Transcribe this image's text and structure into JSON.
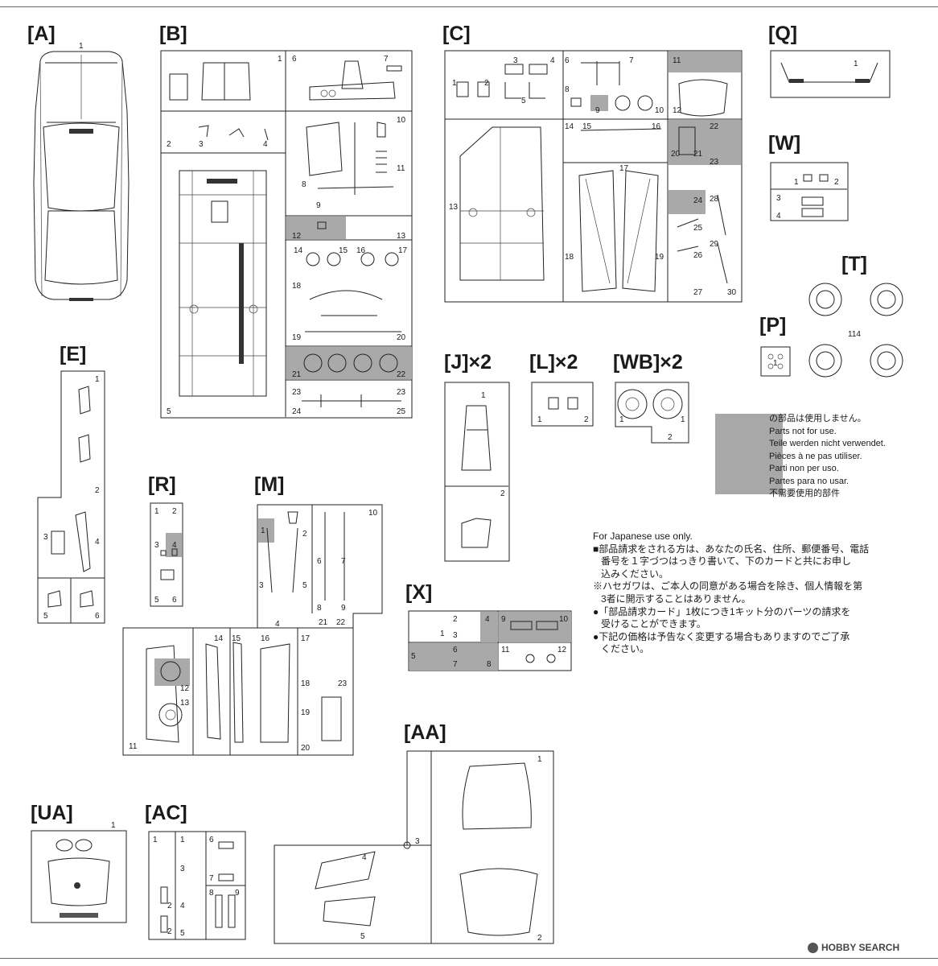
{
  "labels": {
    "A": "[A]",
    "B": "[B]",
    "C": "[C]",
    "Q": "[Q]",
    "W": "[W]",
    "T": "[T]",
    "P": "[P]",
    "E": "[E]",
    "J": "[J]×2",
    "L": "[L]×2",
    "WB": "[WB]×2",
    "R": "[R]",
    "M": "[M]",
    "X": "[X]",
    "AA": "[AA]",
    "UA": "[UA]",
    "AC": "[AC]"
  },
  "legend": {
    "lines": [
      "の部品は使用しません。",
      "Parts not for use.",
      "Teile werden nicht verwendet.",
      "Pièces à ne pas utiliser.",
      "Parti non per uso.",
      "Partes para no usar.",
      "不需要使用的部件"
    ],
    "grey_color": "#a8a8a8"
  },
  "japanese_note": {
    "lines": [
      "For Japanese use only.",
      "■部品請求をされる方は、あなたの氏名、住所、郵便番号、電話",
      "   番号を１字づつはっきり書いて、下のカードと共にお申し",
      "   込みください。",
      "※ハセガワは、ご本人の同意がある場合を除き、個人情報を第",
      "   3者に開示することはありません。",
      "●「部品請求カード」1枚につき1キット分のパーツの請求を",
      "   受けることができます。",
      "●下記の価格は予告なく変更する場合もありますのでご了承",
      "   ください。"
    ]
  },
  "watermark": {
    "text": "HOBBY SEARCH"
  },
  "part_numbers": {
    "A": [
      "1"
    ],
    "B": [
      "1",
      "2",
      "3",
      "4",
      "5",
      "6",
      "7",
      "8",
      "9",
      "10",
      "11",
      "12",
      "13",
      "14",
      "15",
      "16",
      "17",
      "18",
      "19",
      "20",
      "21",
      "22",
      "23",
      "23",
      "24",
      "25"
    ],
    "C": [
      "1",
      "2",
      "3",
      "4",
      "5",
      "6",
      "7",
      "8",
      "9",
      "10",
      "11",
      "12",
      "13",
      "14",
      "15",
      "16",
      "17",
      "18",
      "19",
      "20",
      "21",
      "22",
      "23",
      "24",
      "25",
      "26",
      "27",
      "28",
      "29",
      "30"
    ],
    "Q": [
      "1"
    ],
    "W": [
      "1",
      "2",
      "3",
      "4"
    ],
    "T": [
      "114"
    ],
    "P": [
      "1"
    ],
    "E": [
      "1",
      "2",
      "3",
      "4",
      "5",
      "6"
    ],
    "J": [
      "1",
      "2"
    ],
    "L": [
      "1",
      "2"
    ],
    "WB": [
      "1",
      "1",
      "2"
    ],
    "R": [
      "1",
      "2",
      "3",
      "4",
      "5",
      "6"
    ],
    "M": [
      "1",
      "2",
      "3",
      "4",
      "5",
      "6",
      "7",
      "8",
      "9",
      "10",
      "11",
      "12",
      "13",
      "14",
      "15",
      "16",
      "17",
      "18",
      "19",
      "20",
      "21",
      "22",
      "23"
    ],
    "X": [
      "1",
      "2",
      "3",
      "4",
      "5",
      "6",
      "7",
      "8",
      "9",
      "10",
      "11",
      "12"
    ],
    "AA": [
      "1",
      "2",
      "3",
      "4",
      "5"
    ],
    "UA": [
      "1"
    ],
    "AC": [
      "1",
      "1",
      "2",
      "2",
      "3",
      "4",
      "5",
      "6",
      "7",
      "8",
      "9"
    ]
  }
}
